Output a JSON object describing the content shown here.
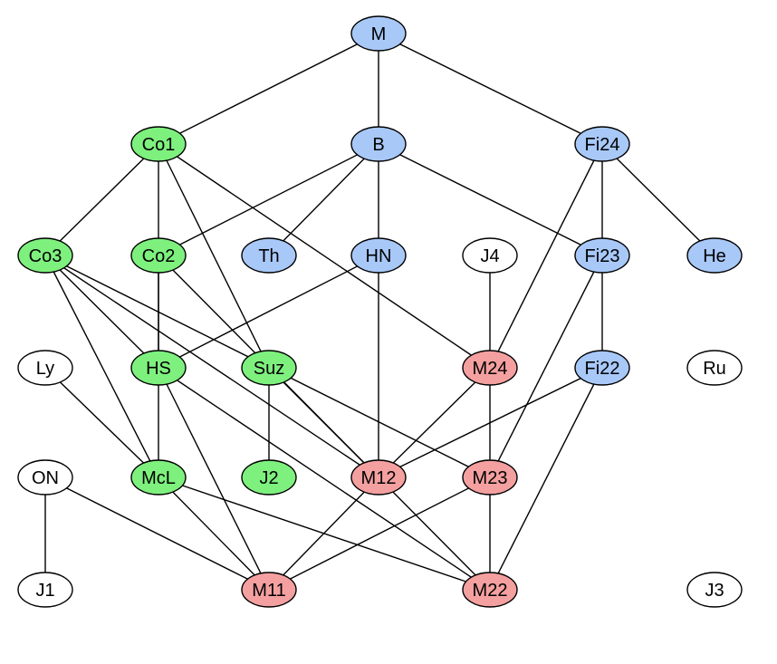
{
  "colors": {
    "blue": "#a8c8f8",
    "green": "#7ef07e",
    "red": "#f4a0a0",
    "white": "#ffffff"
  },
  "nodes": [
    {
      "id": "M",
      "label": "M",
      "color": "blue"
    },
    {
      "id": "Co1",
      "label": "Co1",
      "color": "green"
    },
    {
      "id": "B",
      "label": "B",
      "color": "blue"
    },
    {
      "id": "Fi24",
      "label": "Fi24",
      "color": "blue"
    },
    {
      "id": "Co3",
      "label": "Co3",
      "color": "green"
    },
    {
      "id": "Co2",
      "label": "Co2",
      "color": "green"
    },
    {
      "id": "Th",
      "label": "Th",
      "color": "blue"
    },
    {
      "id": "HN",
      "label": "HN",
      "color": "blue"
    },
    {
      "id": "J4",
      "label": "J4",
      "color": "white"
    },
    {
      "id": "Fi23",
      "label": "Fi23",
      "color": "blue"
    },
    {
      "id": "He",
      "label": "He",
      "color": "blue"
    },
    {
      "id": "Ly",
      "label": "Ly",
      "color": "white"
    },
    {
      "id": "HS",
      "label": "HS",
      "color": "green"
    },
    {
      "id": "Suz",
      "label": "Suz",
      "color": "green"
    },
    {
      "id": "M24",
      "label": "M24",
      "color": "red"
    },
    {
      "id": "Fi22",
      "label": "Fi22",
      "color": "blue"
    },
    {
      "id": "Ru",
      "label": "Ru",
      "color": "white"
    },
    {
      "id": "ON",
      "label": "ON",
      "color": "white"
    },
    {
      "id": "McL",
      "label": "McL",
      "color": "green"
    },
    {
      "id": "J2",
      "label": "J2",
      "color": "green"
    },
    {
      "id": "M12",
      "label": "M12",
      "color": "red"
    },
    {
      "id": "M23",
      "label": "M23",
      "color": "red"
    },
    {
      "id": "J1",
      "label": "J1",
      "color": "white"
    },
    {
      "id": "M11",
      "label": "M11",
      "color": "red"
    },
    {
      "id": "M22",
      "label": "M22",
      "color": "red"
    },
    {
      "id": "J3",
      "label": "J3",
      "color": "white"
    }
  ],
  "edges": [
    [
      "M",
      "Co1"
    ],
    [
      "M",
      "B"
    ],
    [
      "M",
      "Fi24"
    ],
    [
      "Co1",
      "Co3"
    ],
    [
      "Co1",
      "Co2"
    ],
    [
      "Co1",
      "Suz"
    ],
    [
      "Co1",
      "M24"
    ],
    [
      "B",
      "Co2"
    ],
    [
      "B",
      "Th"
    ],
    [
      "B",
      "HN"
    ],
    [
      "B",
      "Fi23"
    ],
    [
      "Fi24",
      "M24"
    ],
    [
      "Fi24",
      "Fi23"
    ],
    [
      "Fi24",
      "He"
    ],
    [
      "Co3",
      "HS"
    ],
    [
      "Co3",
      "McL"
    ],
    [
      "Co3",
      "M12"
    ],
    [
      "Co3",
      "M23"
    ],
    [
      "Co2",
      "HS"
    ],
    [
      "Co2",
      "McL"
    ],
    [
      "Co2",
      "M22"
    ],
    [
      "HN",
      "HS"
    ],
    [
      "HN",
      "M12"
    ],
    [
      "J4",
      "M24"
    ],
    [
      "Fi23",
      "Fi22"
    ],
    [
      "Fi23",
      "M23"
    ],
    [
      "Ly",
      "McL"
    ],
    [
      "HS",
      "M11"
    ],
    [
      "HS",
      "M22"
    ],
    [
      "Suz",
      "J2"
    ],
    [
      "Suz",
      "M12"
    ],
    [
      "M24",
      "M12"
    ],
    [
      "M24",
      "M23"
    ],
    [
      "Fi22",
      "M12"
    ],
    [
      "Fi22",
      "M22"
    ],
    [
      "ON",
      "J1"
    ],
    [
      "ON",
      "M11"
    ],
    [
      "McL",
      "M11"
    ],
    [
      "McL",
      "M22"
    ],
    [
      "M12",
      "M11"
    ],
    [
      "M23",
      "M11"
    ],
    [
      "M23",
      "M22"
    ]
  ]
}
